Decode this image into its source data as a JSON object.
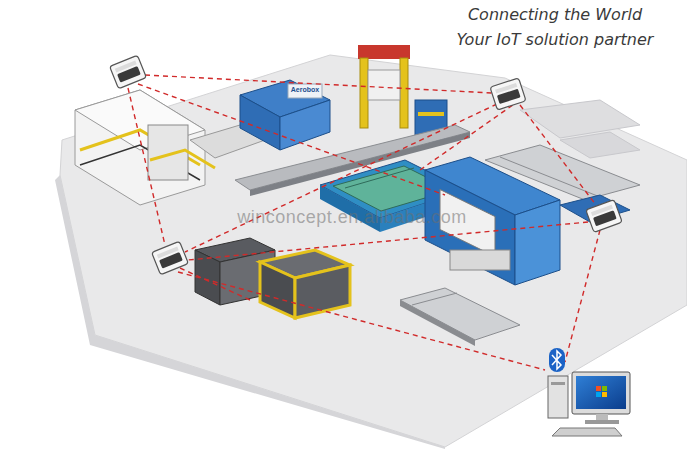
{
  "diagram": {
    "labels": [
      "Connecting the World",
      "Your IoT solution partner",
      "Aerobox",
      "winconcept.en.alibaba.com"
    ]
  }
}
